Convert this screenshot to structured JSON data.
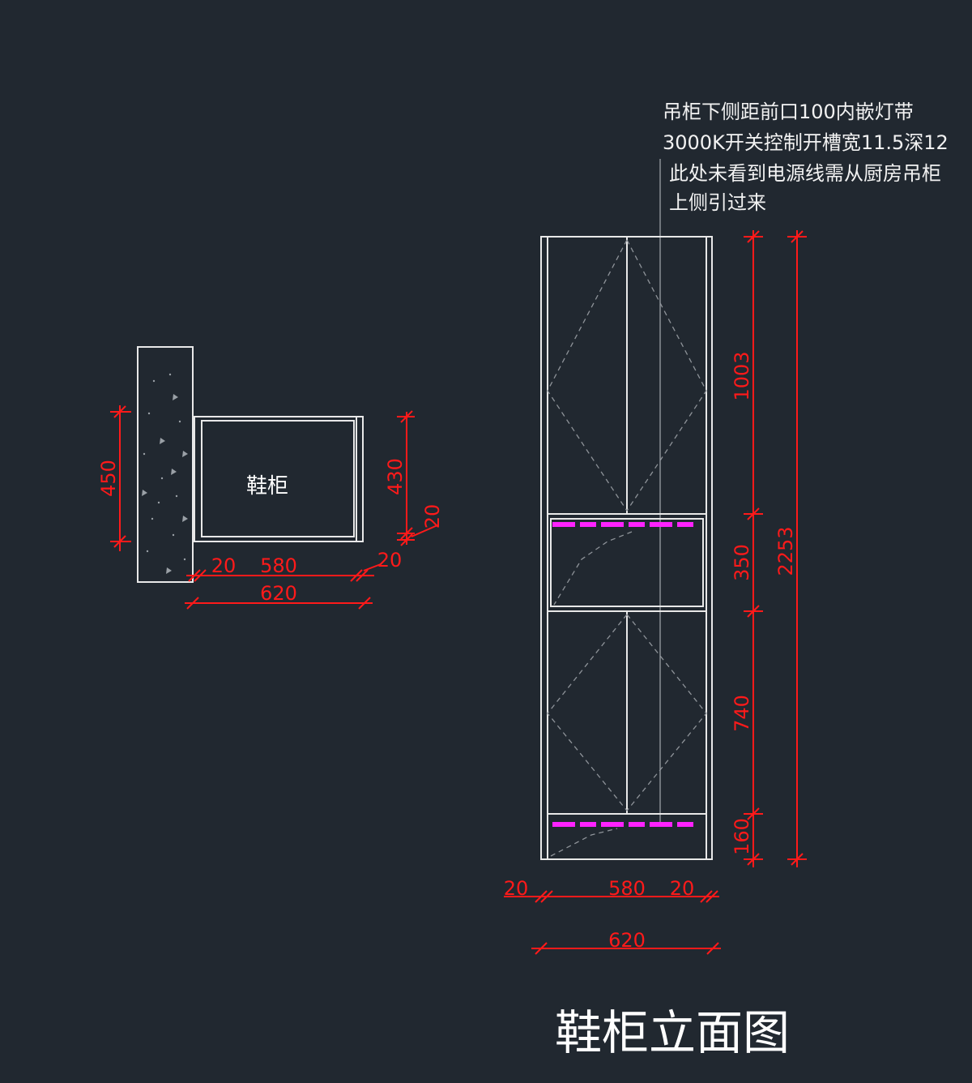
{
  "colors": {
    "background": "#212830",
    "outline": "#e8e8e8",
    "dimension": "#ff1a1a",
    "led_strip": "#ff22ff"
  },
  "title": "鞋柜立面图",
  "plan": {
    "cabinet_label": "鞋柜",
    "dims": {
      "depth_450": "450",
      "depth_430": "430",
      "panel_20_right": "20",
      "bottom_20_left": "20",
      "bottom_580": "580",
      "bottom_20_right": "20",
      "total_620": "620"
    }
  },
  "elevation": {
    "notes": {
      "led_line1": "吊柜下侧距前口100内嵌灯带",
      "led_line2": "3000K开关控制开槽宽11.5深12",
      "power_line1": "此处未看到电源线需从厨房吊柜",
      "power_line2": "上侧引过来"
    },
    "dims": {
      "h_1003": "1003",
      "h_350": "350",
      "h_740": "740",
      "h_160": "160",
      "h_total_2253": "2253",
      "w_20_left": "20",
      "w_580": "580",
      "w_20_right": "20",
      "w_620": "620"
    }
  }
}
